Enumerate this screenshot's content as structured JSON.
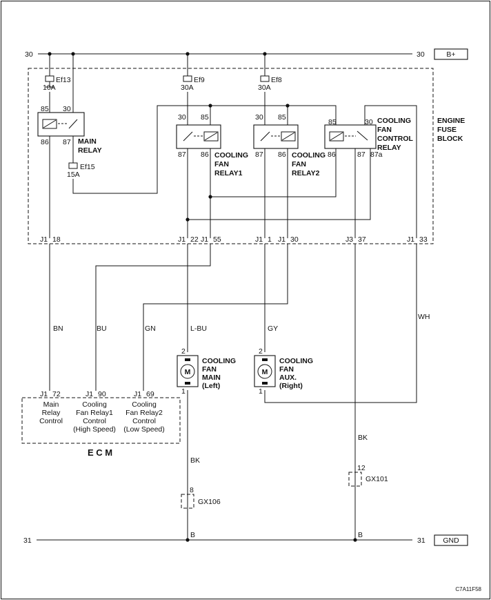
{
  "rails": {
    "top_left_label": "30",
    "top_right_label": "30",
    "top_box_label": "B+",
    "bottom_left_label": "31",
    "bottom_right_label": "31",
    "bottom_box_label": "GND"
  },
  "fuse_block_label": [
    "ENGINE",
    "FUSE",
    "BLOCK"
  ],
  "fuses": [
    {
      "name": "Ef13",
      "rating": "10A"
    },
    {
      "name": "Ef9",
      "rating": "30A"
    },
    {
      "name": "Ef8",
      "rating": "30A"
    },
    {
      "name": "Ef15",
      "rating": "15A"
    }
  ],
  "relays": {
    "main": {
      "label": [
        "MAIN",
        "RELAY"
      ],
      "pins": [
        "85",
        "30",
        "86",
        "87"
      ]
    },
    "fan1": {
      "label": [
        "COOLING",
        "FAN",
        "RELAY1"
      ],
      "pins": [
        "30",
        "85",
        "87",
        "86"
      ]
    },
    "fan2": {
      "label": [
        "COOLING",
        "FAN",
        "RELAY2"
      ],
      "pins": [
        "30",
        "85",
        "87",
        "86"
      ]
    },
    "control": {
      "label": [
        "COOLING",
        "FAN",
        "CONTROL",
        "RELAY"
      ],
      "pins": [
        "85",
        "30",
        "86",
        "87",
        "87a"
      ]
    }
  },
  "connectors": [
    {
      "conn": "J1",
      "pin": "18"
    },
    {
      "conn": "J1",
      "pin": "22"
    },
    {
      "conn": "J1",
      "pin": "55"
    },
    {
      "conn": "J1",
      "pin": "1"
    },
    {
      "conn": "J1",
      "pin": "30"
    },
    {
      "conn": "J3",
      "pin": "37"
    },
    {
      "conn": "J1",
      "pin": "33"
    }
  ],
  "wire_colors": [
    "BN",
    "BU",
    "GN",
    "L-BU",
    "GY",
    "WH",
    "BK",
    "BK",
    "B",
    "B"
  ],
  "motors": [
    {
      "symbol": "M",
      "pin_top": "2",
      "pin_bottom": "1",
      "label": [
        "COOLING",
        "FAN",
        "MAIN",
        "(Left)"
      ]
    },
    {
      "symbol": "M",
      "pin_top": "2",
      "pin_bottom": "1",
      "label": [
        "COOLING",
        "FAN",
        "AUX.",
        "(Right)"
      ]
    }
  ],
  "ecm": {
    "title": "E C M",
    "pins": [
      {
        "conn": "J1",
        "pin": "72",
        "desc": [
          "Main",
          "Relay",
          "Control"
        ]
      },
      {
        "conn": "J1",
        "pin": "90",
        "desc": [
          "Cooling",
          "Fan Relay1",
          "Control",
          "(High Speed)"
        ]
      },
      {
        "conn": "J1",
        "pin": "69",
        "desc": [
          "Cooling",
          "Fan Relay2",
          "Control",
          "(Low Speed)"
        ]
      }
    ]
  },
  "grounds": [
    {
      "name": "GX106",
      "pin": "8"
    },
    {
      "name": "GX101",
      "pin": "12"
    }
  ],
  "figure_code": "C7A11F58"
}
